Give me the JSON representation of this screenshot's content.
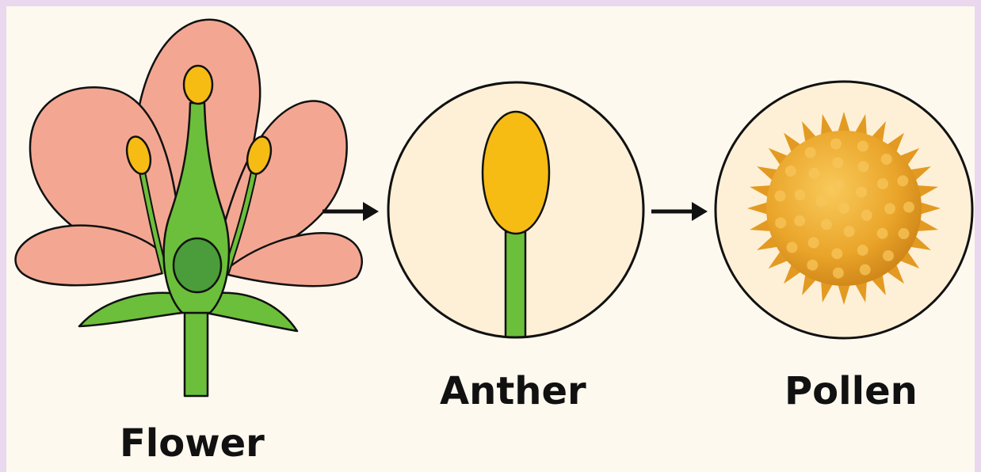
{
  "labels": {
    "flower": "Flower",
    "anther": "Anther",
    "pollen": "Pollen"
  },
  "colors": {
    "frame": "#e9d8ee",
    "background": "#fdf9ef",
    "petal": "#f3a792",
    "stem": "#6cbf3a",
    "ovary": "#4a9d3a",
    "anther": "#f6bc14",
    "pollen": "#eaa52a",
    "circle_fill": "#fdf0d6",
    "outline": "#111111"
  },
  "icons": [
    "flower-illustration",
    "anther-closeup-icon",
    "pollen-grain-icon",
    "arrow-right-icon"
  ]
}
